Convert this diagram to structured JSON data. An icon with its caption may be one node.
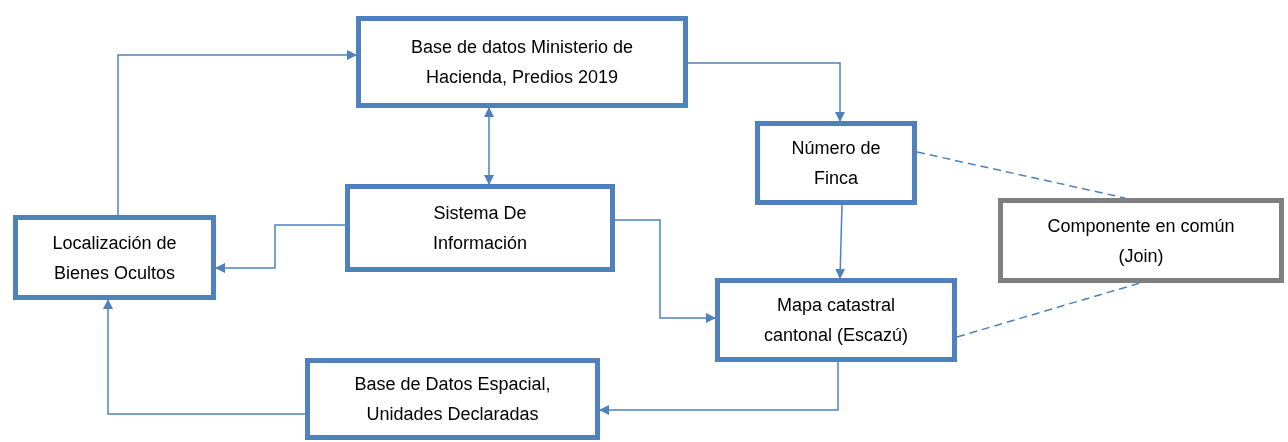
{
  "diagram": {
    "nodes": [
      {
        "text": [
          "Base de datos Ministerio de Hacienda, Predios 2019"
        ]
      },
      {
        "text": [
          "Número de Finca"
        ]
      },
      {
        "text": [
          "Sistema De Información"
        ]
      },
      {
        "text": [
          "Localización de Bienes Ocultos"
        ]
      },
      {
        "text": [
          "Componente en común (Join)"
        ]
      },
      {
        "text": [
          "Mapa catastral cantonal (Escazú)"
        ]
      },
      {
        "text": [
          "Base de Datos Espacial, Unidades Declaradas"
        ]
      }
    ],
    "edges": [
      {
        "from": 0,
        "to": 1,
        "arrow": "to"
      },
      {
        "from": 0,
        "to": 2,
        "arrow": "both"
      },
      {
        "from": 2,
        "to": 3,
        "arrow": "to"
      },
      {
        "from": 3,
        "to": 0,
        "arrow": "to"
      },
      {
        "from": 2,
        "to": 5,
        "arrow": "to"
      },
      {
        "from": 1,
        "to": 5,
        "arrow": "to"
      },
      {
        "from": 5,
        "to": 6,
        "arrow": "to"
      },
      {
        "from": 6,
        "to": 3,
        "arrow": "to"
      },
      {
        "from": 1,
        "to": 4,
        "arrow": "none",
        "style": "dashed"
      },
      {
        "from": 5,
        "to": 4,
        "arrow": "none",
        "style": "dashed"
      }
    ]
  }
}
